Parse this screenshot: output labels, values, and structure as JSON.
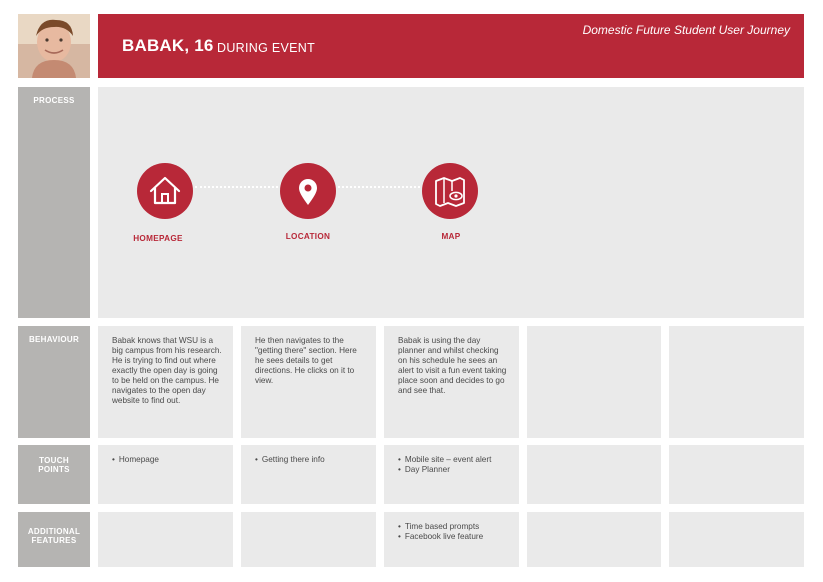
{
  "header": {
    "persona_name": "BABAK, 16",
    "phase": "DURING EVENT",
    "journey_title": "Domestic Future Student User Journey"
  },
  "rows": {
    "process": "PROCESS",
    "behaviour": "BEHAVIOUR",
    "touch_points": [
      "TOUCH",
      "POINTS"
    ],
    "additional_features": [
      "ADDITIONAL",
      "FEATURES"
    ]
  },
  "process_steps": [
    {
      "label": "HOMEPAGE",
      "icon": "home-icon"
    },
    {
      "label": "LOCATION",
      "icon": "map-pin-icon"
    },
    {
      "label": "MAP",
      "icon": "map-icon"
    }
  ],
  "behaviour": [
    "Babak knows that WSU is a big campus from his research. He is trying to find out where exactly the open day is going to be held on the campus. He navigates to the open day website to find out.",
    "He then navigates to the \"getting there\" section. Here he sees details to get directions. He clicks on it to view.",
    "Babak is using the day planner and whilst checking on his schedule he sees an alert to visit a fun event taking place soon and decides to go and see that.",
    "",
    ""
  ],
  "touch_points": [
    [
      "Homepage"
    ],
    [
      "Getting there info"
    ],
    [
      "Mobile site – event alert",
      "Day Planner"
    ],
    [],
    []
  ],
  "additional_features": [
    [],
    [],
    [
      "Time based prompts",
      "Facebook live feature"
    ],
    [],
    []
  ],
  "colors": {
    "accent": "#b82838",
    "label_gray": "#b5b4b2",
    "cell_gray": "#eaeaea"
  }
}
